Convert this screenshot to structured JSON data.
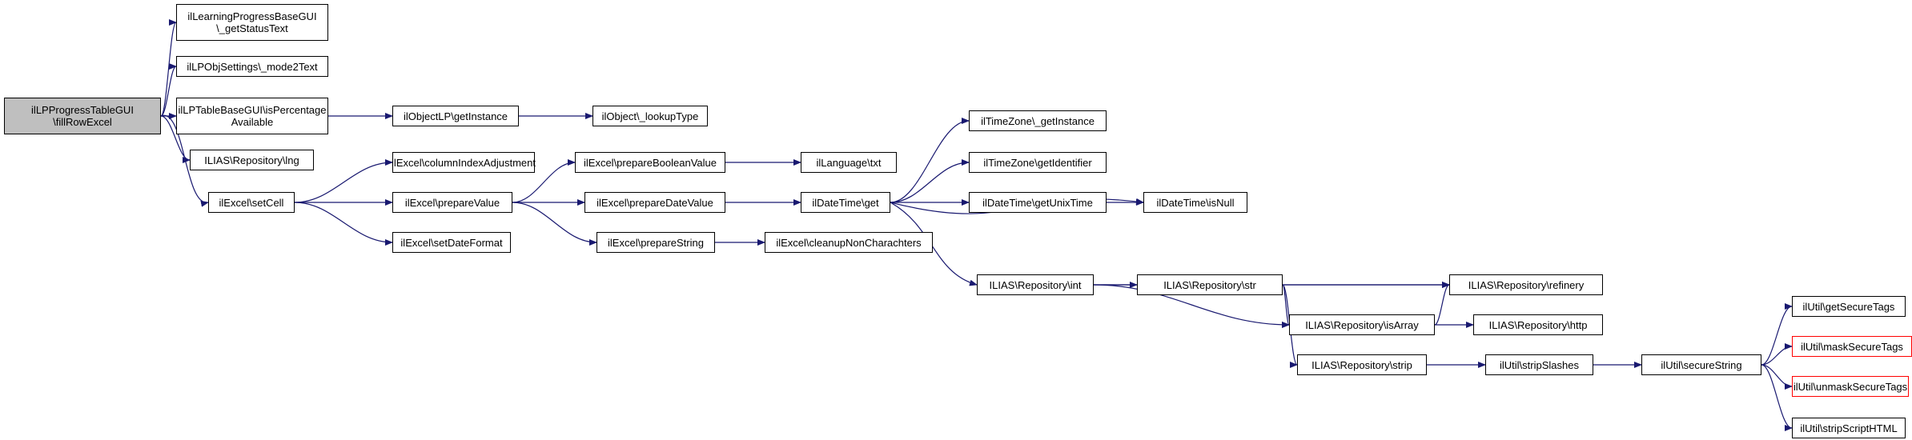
{
  "colors": {
    "edge": "#191970",
    "root_fill": "#bfbfbf",
    "truncated_border": "#ff0000"
  },
  "nodes": [
    {
      "id": "n0",
      "label": "ilLPProgressTableGUI\n\\fillRowExcel",
      "root": true
    },
    {
      "id": "n1",
      "label": "ilLearningProgressBaseGUI\n\\_getStatusText"
    },
    {
      "id": "n2",
      "label": "ilLPObjSettings\\_mode2Text"
    },
    {
      "id": "n3",
      "label": "ilLPTableBaseGUI\\isPercentage\nAvailable"
    },
    {
      "id": "n4",
      "label": "ILIAS\\Repository\\lng"
    },
    {
      "id": "n5",
      "label": "ilExcel\\setCell"
    },
    {
      "id": "n6",
      "label": "ilObjectLP\\getInstance"
    },
    {
      "id": "n7",
      "label": "ilObject\\_lookupType"
    },
    {
      "id": "n8",
      "label": "ilExcel\\columnIndexAdjustment"
    },
    {
      "id": "n9",
      "label": "ilExcel\\prepareValue"
    },
    {
      "id": "n10",
      "label": "ilExcel\\setDateFormat"
    },
    {
      "id": "n11",
      "label": "ilExcel\\prepareBooleanValue"
    },
    {
      "id": "n12",
      "label": "ilExcel\\prepareDateValue"
    },
    {
      "id": "n13",
      "label": "ilExcel\\prepareString"
    },
    {
      "id": "n14",
      "label": "ilLanguage\\txt"
    },
    {
      "id": "n15",
      "label": "ilDateTime\\get"
    },
    {
      "id": "n16",
      "label": "ilExcel\\cleanupNonCharachters"
    },
    {
      "id": "n17",
      "label": "ilTimeZone\\_getInstance"
    },
    {
      "id": "n18",
      "label": "ilTimeZone\\getIdentifier"
    },
    {
      "id": "n19",
      "label": "ilDateTime\\getUnixTime"
    },
    {
      "id": "n20",
      "label": "ilDateTime\\isNull"
    },
    {
      "id": "n21",
      "label": "ILIAS\\Repository\\int"
    },
    {
      "id": "n22",
      "label": "ILIAS\\Repository\\str"
    },
    {
      "id": "n23",
      "label": "ILIAS\\Repository\\refinery"
    },
    {
      "id": "n24",
      "label": "ILIAS\\Repository\\isArray"
    },
    {
      "id": "n25",
      "label": "ILIAS\\Repository\\http"
    },
    {
      "id": "n26",
      "label": "ILIAS\\Repository\\strip"
    },
    {
      "id": "n27",
      "label": "ilUtil\\stripSlashes"
    },
    {
      "id": "n28",
      "label": "ilUtil\\secureString"
    },
    {
      "id": "n29",
      "label": "ilUtil\\getSecureTags"
    },
    {
      "id": "n30",
      "label": "ilUtil\\maskSecureTags",
      "truncated": true
    },
    {
      "id": "n31",
      "label": "ilUtil\\unmaskSecureTags",
      "truncated": true
    },
    {
      "id": "n32",
      "label": "ilUtil\\stripScriptHTML"
    }
  ],
  "edges": [
    [
      "n0",
      "n1"
    ],
    [
      "n0",
      "n2"
    ],
    [
      "n0",
      "n3"
    ],
    [
      "n0",
      "n4"
    ],
    [
      "n0",
      "n5"
    ],
    [
      "n3",
      "n6"
    ],
    [
      "n6",
      "n7"
    ],
    [
      "n5",
      "n8"
    ],
    [
      "n5",
      "n9"
    ],
    [
      "n5",
      "n10"
    ],
    [
      "n9",
      "n11"
    ],
    [
      "n9",
      "n12"
    ],
    [
      "n9",
      "n13"
    ],
    [
      "n11",
      "n14"
    ],
    [
      "n12",
      "n15"
    ],
    [
      "n13",
      "n16"
    ],
    [
      "n15",
      "n17"
    ],
    [
      "n15",
      "n18"
    ],
    [
      "n15",
      "n19"
    ],
    [
      "n15",
      "n20"
    ],
    [
      "n15",
      "n21"
    ],
    [
      "n19",
      "n20"
    ],
    [
      "n21",
      "n22"
    ],
    [
      "n21",
      "n23"
    ],
    [
      "n21",
      "n24"
    ],
    [
      "n22",
      "n23"
    ],
    [
      "n22",
      "n24"
    ],
    [
      "n22",
      "n26"
    ],
    [
      "n24",
      "n23"
    ],
    [
      "n24",
      "n25"
    ],
    [
      "n26",
      "n27"
    ],
    [
      "n27",
      "n28"
    ],
    [
      "n28",
      "n29"
    ],
    [
      "n28",
      "n30"
    ],
    [
      "n28",
      "n31"
    ],
    [
      "n28",
      "n32"
    ]
  ]
}
